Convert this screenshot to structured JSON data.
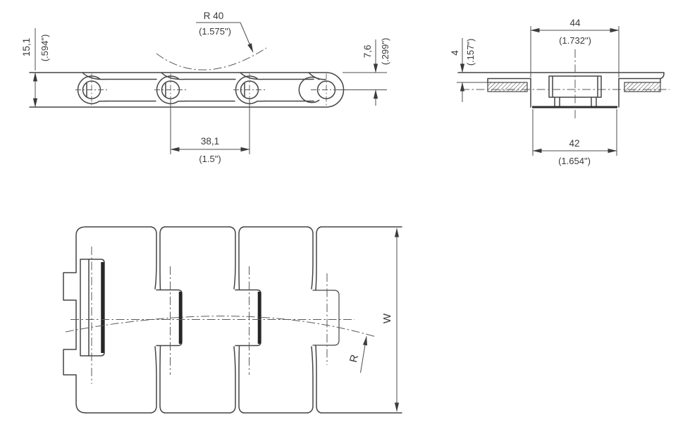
{
  "colors": {
    "line": "#454545",
    "text": "#3a3a3a",
    "background": "#ffffff"
  },
  "side_view": {
    "sprocket_radius": {
      "mm": "R 40",
      "in": "(1.575\")"
    },
    "height": {
      "mm": "15,1",
      "in": "(.594\")"
    },
    "pitch": {
      "mm": "38,1",
      "in": "(1.5\")"
    },
    "top_to_pin": {
      "mm": "7,6",
      "in": "(.299\")"
    }
  },
  "section_view": {
    "top_width": {
      "mm": "44",
      "in": "(1.732\")"
    },
    "thickness": {
      "mm": "4",
      "in": "(.157\")"
    },
    "base_width": {
      "mm": "42",
      "in": "(1.654\")"
    }
  },
  "plan_view": {
    "width_label": "W",
    "radius_label": "R"
  }
}
